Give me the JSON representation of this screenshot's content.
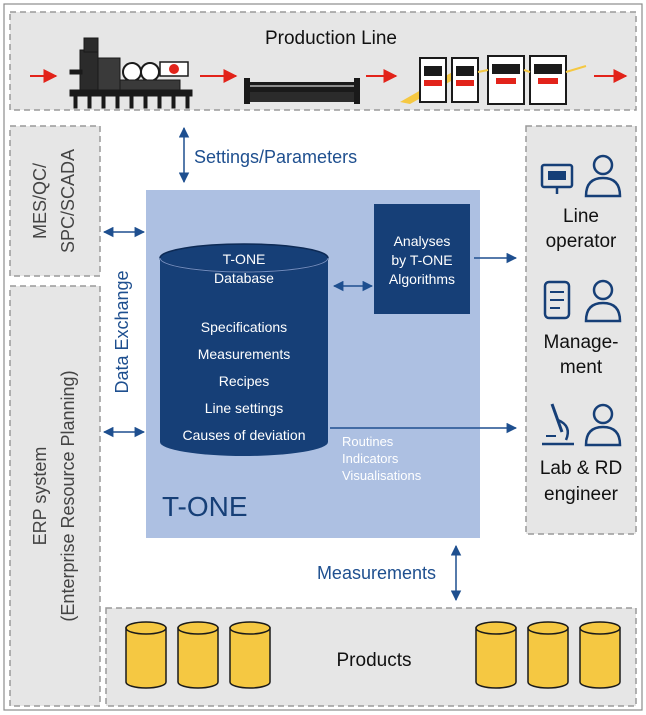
{
  "production_line": {
    "title": "Production Line"
  },
  "settings": {
    "label": "Settings/Parameters"
  },
  "mes": {
    "line1": "MES/QC/",
    "line2": "SPC/SCADA"
  },
  "erp": {
    "line1": "ERP system",
    "line2": "(Enterprise Resource Planning)"
  },
  "data_exchange": {
    "label": "Data Exchange"
  },
  "database": {
    "title_line1": "T-ONE",
    "title_line2": "Database",
    "items": [
      "Specifications",
      "Measurements",
      "Recipes",
      "Line settings",
      "Causes of deviation"
    ]
  },
  "analyses": {
    "line1": "Analyses",
    "line2": "by T-ONE",
    "line3": "Algorithms"
  },
  "outputs": {
    "line1": "Routines",
    "line2": "Indicators",
    "line3": "Visualisations"
  },
  "tone": {
    "label": "T-ONE"
  },
  "users": {
    "line_operator": {
      "line1": "Line",
      "line2": "operator"
    },
    "management": {
      "line1": "Manage-",
      "line2": "ment"
    },
    "lab": {
      "line1": "Lab & RD",
      "line2": "engineer"
    }
  },
  "measurements": {
    "label": "Measurements"
  },
  "products": {
    "label": "Products"
  },
  "colors": {
    "panel_gray": "#e6e6e6",
    "dash_gray": "#9a9a9a",
    "tone_light_blue": "#adc0e2",
    "navy": "#163f77",
    "accent_red": "#e2231a",
    "product_yellow": "#f5c842",
    "arrow_blue": "#1e4f8f"
  }
}
